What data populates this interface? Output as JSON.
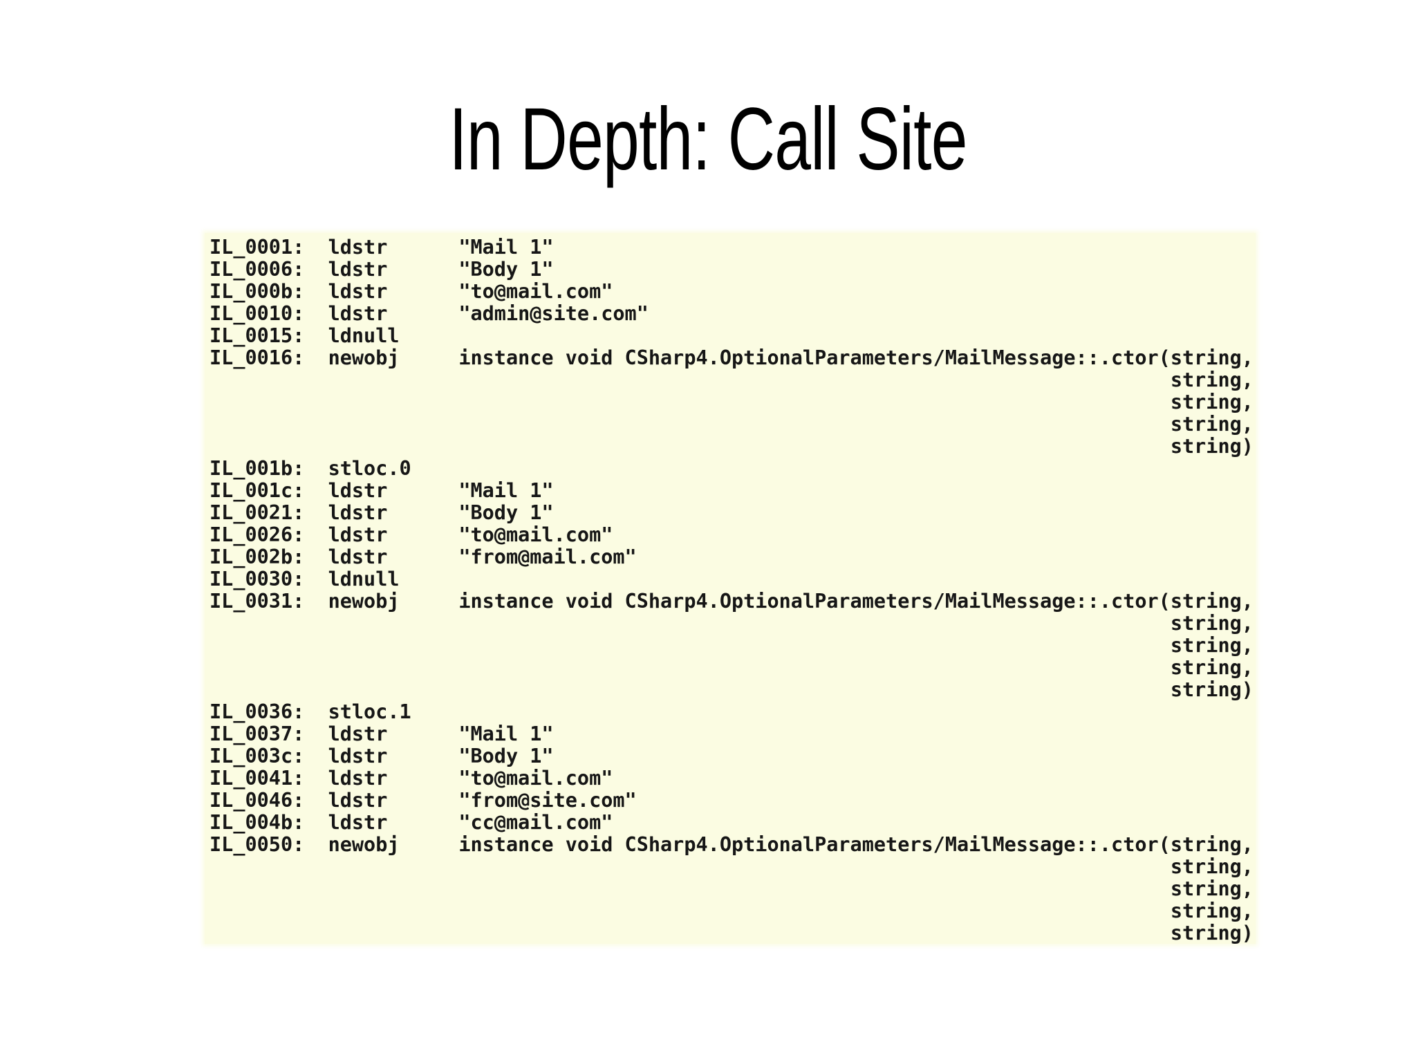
{
  "slide": {
    "title": "In Depth: Call Site",
    "background_color": "#FFFFFF"
  },
  "code_block": {
    "background_color": "#FBFCE2",
    "text_color": "#161616",
    "lines": [
      "IL_0001:  ldstr      \"Mail 1\"",
      "IL_0006:  ldstr      \"Body 1\"",
      "IL_000b:  ldstr      \"to@mail.com\"",
      "IL_0010:  ldstr      \"admin@site.com\"",
      "IL_0015:  ldnull",
      "IL_0016:  newobj     instance void CSharp4.OptionalParameters/MailMessage::.ctor(string,",
      "                                                                                 string,",
      "                                                                                 string,",
      "                                                                                 string,",
      "                                                                                 string)",
      "IL_001b:  stloc.0",
      "IL_001c:  ldstr      \"Mail 1\"",
      "IL_0021:  ldstr      \"Body 1\"",
      "IL_0026:  ldstr      \"to@mail.com\"",
      "IL_002b:  ldstr      \"from@mail.com\"",
      "IL_0030:  ldnull",
      "IL_0031:  newobj     instance void CSharp4.OptionalParameters/MailMessage::.ctor(string,",
      "                                                                                 string,",
      "                                                                                 string,",
      "                                                                                 string,",
      "                                                                                 string)",
      "IL_0036:  stloc.1",
      "IL_0037:  ldstr      \"Mail 1\"",
      "IL_003c:  ldstr      \"Body 1\"",
      "IL_0041:  ldstr      \"to@mail.com\"",
      "IL_0046:  ldstr      \"from@site.com\"",
      "IL_004b:  ldstr      \"cc@mail.com\"",
      "IL_0050:  newobj     instance void CSharp4.OptionalParameters/MailMessage::.ctor(string,",
      "                                                                                 string,",
      "                                                                                 string,",
      "                                                                                 string,",
      "                                                                                 string)"
    ]
  }
}
